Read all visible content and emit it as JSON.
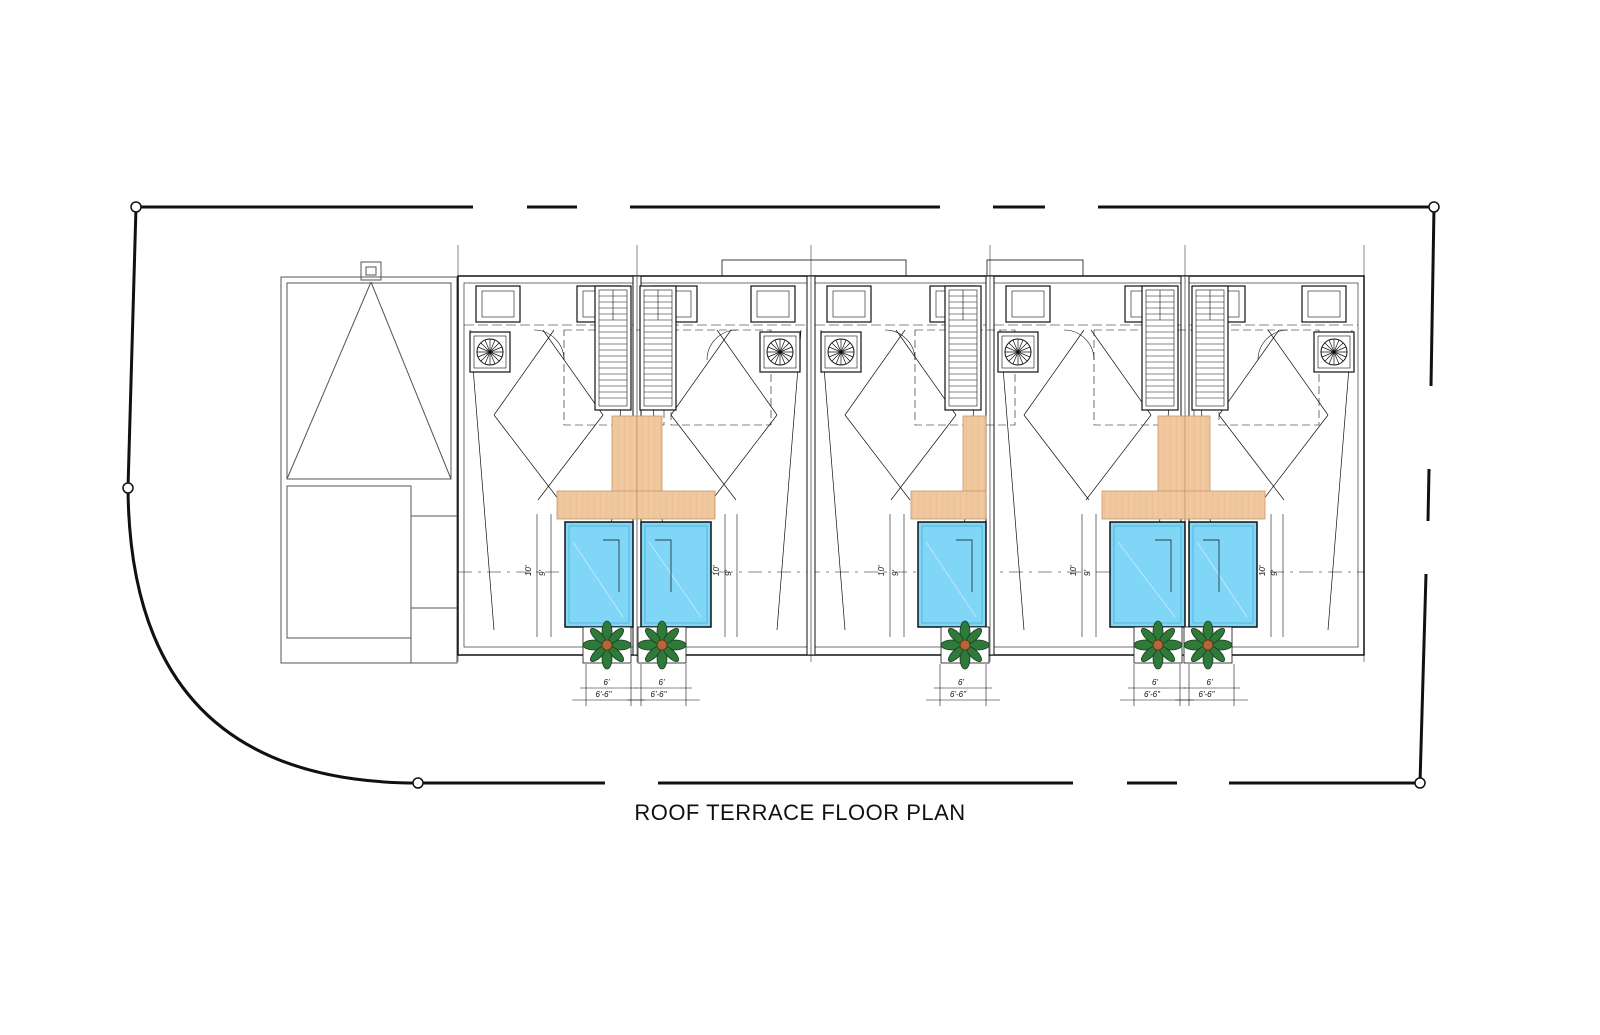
{
  "title": "ROOF TERRACE FLOOR PLAN",
  "colors": {
    "pool": "#7fd6f7",
    "deck": "#f0c8a0",
    "planter_leaf": "#2f7a3a",
    "planter_center": "#b5673a",
    "line": "#111111"
  },
  "icons": [
    "palm-plant-icon",
    "ac-unit-fan-icon",
    "stair-icon",
    "property-corner-icon"
  ],
  "units": [
    {
      "name": "unit-1",
      "dims": {
        "pool_length_outer": "10'",
        "pool_length_inner": "9'",
        "pool_width": "6'",
        "pool_width_outer": "6'-6\""
      }
    },
    {
      "name": "unit-2",
      "dims": {
        "pool_length_outer": "10'",
        "pool_length_inner": "9'",
        "pool_width": "6'",
        "pool_width_outer": "6'-6\""
      }
    },
    {
      "name": "unit-3",
      "dims": {
        "pool_length_outer": "10'",
        "pool_length_inner": "9'",
        "pool_width": "6'",
        "pool_width_outer": "6'-6\""
      }
    },
    {
      "name": "unit-4",
      "dims": {
        "pool_length_outer": "10'",
        "pool_length_inner": "9'",
        "pool_width": "6'",
        "pool_width_outer": "6'-6\""
      }
    },
    {
      "name": "unit-5",
      "dims": {
        "pool_length_outer": "10'",
        "pool_length_inner": "9'",
        "pool_width": "6'",
        "pool_width_outer": "6'-6\""
      }
    }
  ]
}
